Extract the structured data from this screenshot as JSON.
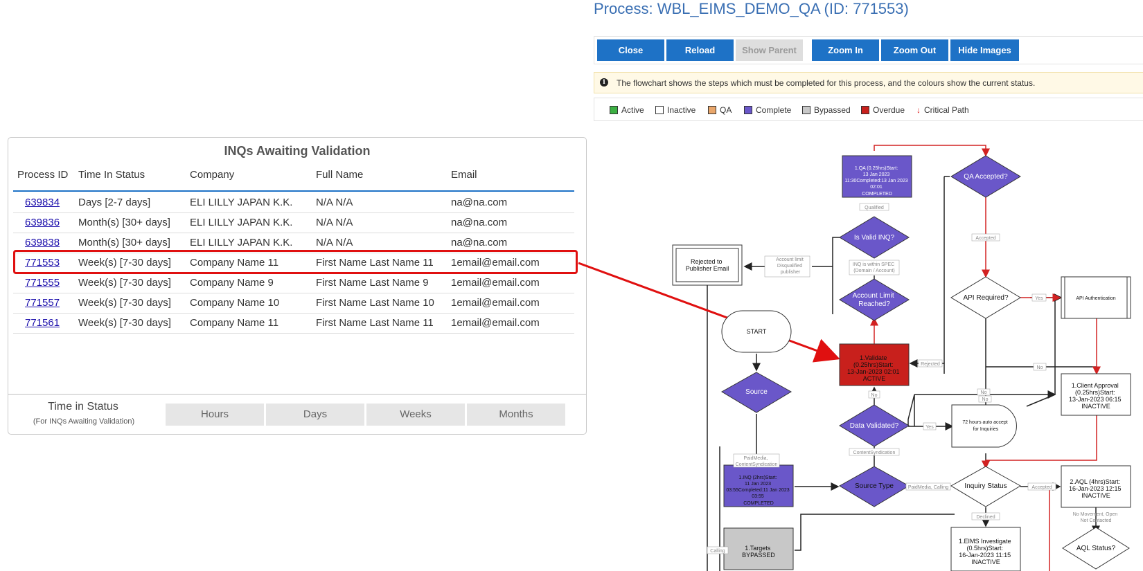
{
  "process": {
    "title": "Process: WBL_EIMS_DEMO_QA (ID: 771553)",
    "buttons": [
      "Close",
      "Reload",
      "Show Parent",
      "Zoom In",
      "Zoom Out",
      "Hide Images"
    ],
    "info_text": "The flowchart shows the steps which must be completed for this process, and the colours show the current status.",
    "legend": [
      {
        "label": "Active",
        "color": "#3cb043"
      },
      {
        "label": "Inactive",
        "color": "#ffffff"
      },
      {
        "label": "QA",
        "color": "#e9a66a"
      },
      {
        "label": "Complete",
        "color": "#6a57c9"
      },
      {
        "label": "Bypassed",
        "color": "#c8c8c8"
      },
      {
        "label": "Overdue",
        "color": "#c8201c"
      },
      {
        "label": "Critical Path",
        "color": "#d22222"
      }
    ]
  },
  "inq_panel": {
    "title": "INQs Awaiting Validation",
    "columns": [
      "Process ID",
      "Time In Status",
      "Company",
      "Full Name",
      "Email"
    ],
    "rows": [
      [
        "639834",
        "Days [2-7 days]",
        "ELI LILLY JAPAN K.K.",
        "N/A N/A",
        "na@na.com"
      ],
      [
        "639836",
        "Month(s) [30+ days]",
        "ELI LILLY JAPAN K.K.",
        "N/A N/A",
        "na@na.com"
      ],
      [
        "639838",
        "Month(s) [30+ days]",
        "ELI LILLY JAPAN K.K.",
        "N/A N/A",
        "na@na.com"
      ],
      [
        "771553",
        "Week(s) [7-30 days]",
        "Company Name 11",
        "First Name Last Name 11",
        "1email@email.com"
      ],
      [
        "771555",
        "Week(s) [7-30 days]",
        "Company Name 9",
        "First Name Last Name 9",
        "1email@email.com"
      ],
      [
        "771557",
        "Week(s) [7-30 days]",
        "Company Name 10",
        "First Name Last Name 10",
        "1email@email.com"
      ],
      [
        "771561",
        "Week(s) [7-30 days]",
        "Company Name 11",
        "First Name Last Name 11",
        "1email@email.com"
      ]
    ],
    "time_in_status": {
      "title": "Time in Status",
      "subtitle": "(For INQs Awaiting Validation)",
      "buttons": [
        "Hours",
        "Days",
        "Weeks",
        "Months"
      ]
    }
  },
  "flowchart": {
    "colors": {
      "complete": "#6a57c9",
      "active": "#c8201c",
      "bypassed": "#c8c8c8",
      "inactive": "#ffffff",
      "critical": "#d22222"
    },
    "nodes": {
      "qa": [
        "1.QA (0.25hrs)Start:",
        "13 Jan 2023",
        "11:30Completed:13 Jan 2023",
        "02:01",
        "COMPLETED"
      ],
      "qa_accepted": [
        "QA Accepted?"
      ],
      "is_valid": [
        "Is Valid INQ?"
      ],
      "account_limit": [
        "Account Limit",
        "Reached?"
      ],
      "rejected_publisher": [
        "Rejected to",
        "Publisher Email"
      ],
      "api_required": [
        "API Required?"
      ],
      "api_auth": [
        "API Authentication"
      ],
      "start": [
        "START"
      ],
      "validate": [
        "1.Validate",
        "(0.25hrs)Start:",
        "13-Jan-2023 02:01",
        "ACTIVE"
      ],
      "source": [
        "Source"
      ],
      "client_approval": [
        "1.Client Approval",
        "(0.25hrs)Start:",
        "13-Jan-2023 06:15",
        "INACTIVE"
      ],
      "data_validated": [
        "Data Validated?"
      ],
      "auto_accept": [
        "72 hours auto accept",
        "for Inquiries"
      ],
      "inq": [
        "1.INQ (2hrs)Start:",
        "11 Jan 2023",
        "03:55Completed:11 Jan 2023",
        "03:55",
        "COMPLETED"
      ],
      "source_type": [
        "Source Type"
      ],
      "inquiry_status": [
        "Inquiry Status"
      ],
      "aql": [
        "2.AQL (4hrs)Start:",
        "16-Jan-2023 12:15",
        "INACTIVE"
      ],
      "targets": [
        "1.Targets",
        "BYPASSED"
      ],
      "eims_investigate": [
        "1.EIMS Investigate",
        "(0.5hrs)Start:",
        "16-Jan-2023 11:15",
        "INACTIVE"
      ],
      "aql_status": [
        "AQL Status?"
      ]
    },
    "edge_labels": {
      "qualified": "Qualified",
      "accepted": "Accepted",
      "account_limit_disq": [
        "Account limit",
        "Disqualified",
        "publisher"
      ],
      "within_spec": [
        "INQ is within SPEC",
        "(Domain / Account)"
      ],
      "yes": "Yes",
      "no": "No",
      "rejected": "Rejected",
      "content_syndication": "ContentSyndication",
      "paid_media_content": [
        "PaidMedia,",
        "ContentSyndication"
      ],
      "paid_media_calling": "PaidMedia, Calling",
      "accepted2": "Accepted",
      "declined": "Declined",
      "calling": "Calling",
      "no_movement": [
        "No Movement, Open",
        "Not Contacted"
      ]
    }
  }
}
